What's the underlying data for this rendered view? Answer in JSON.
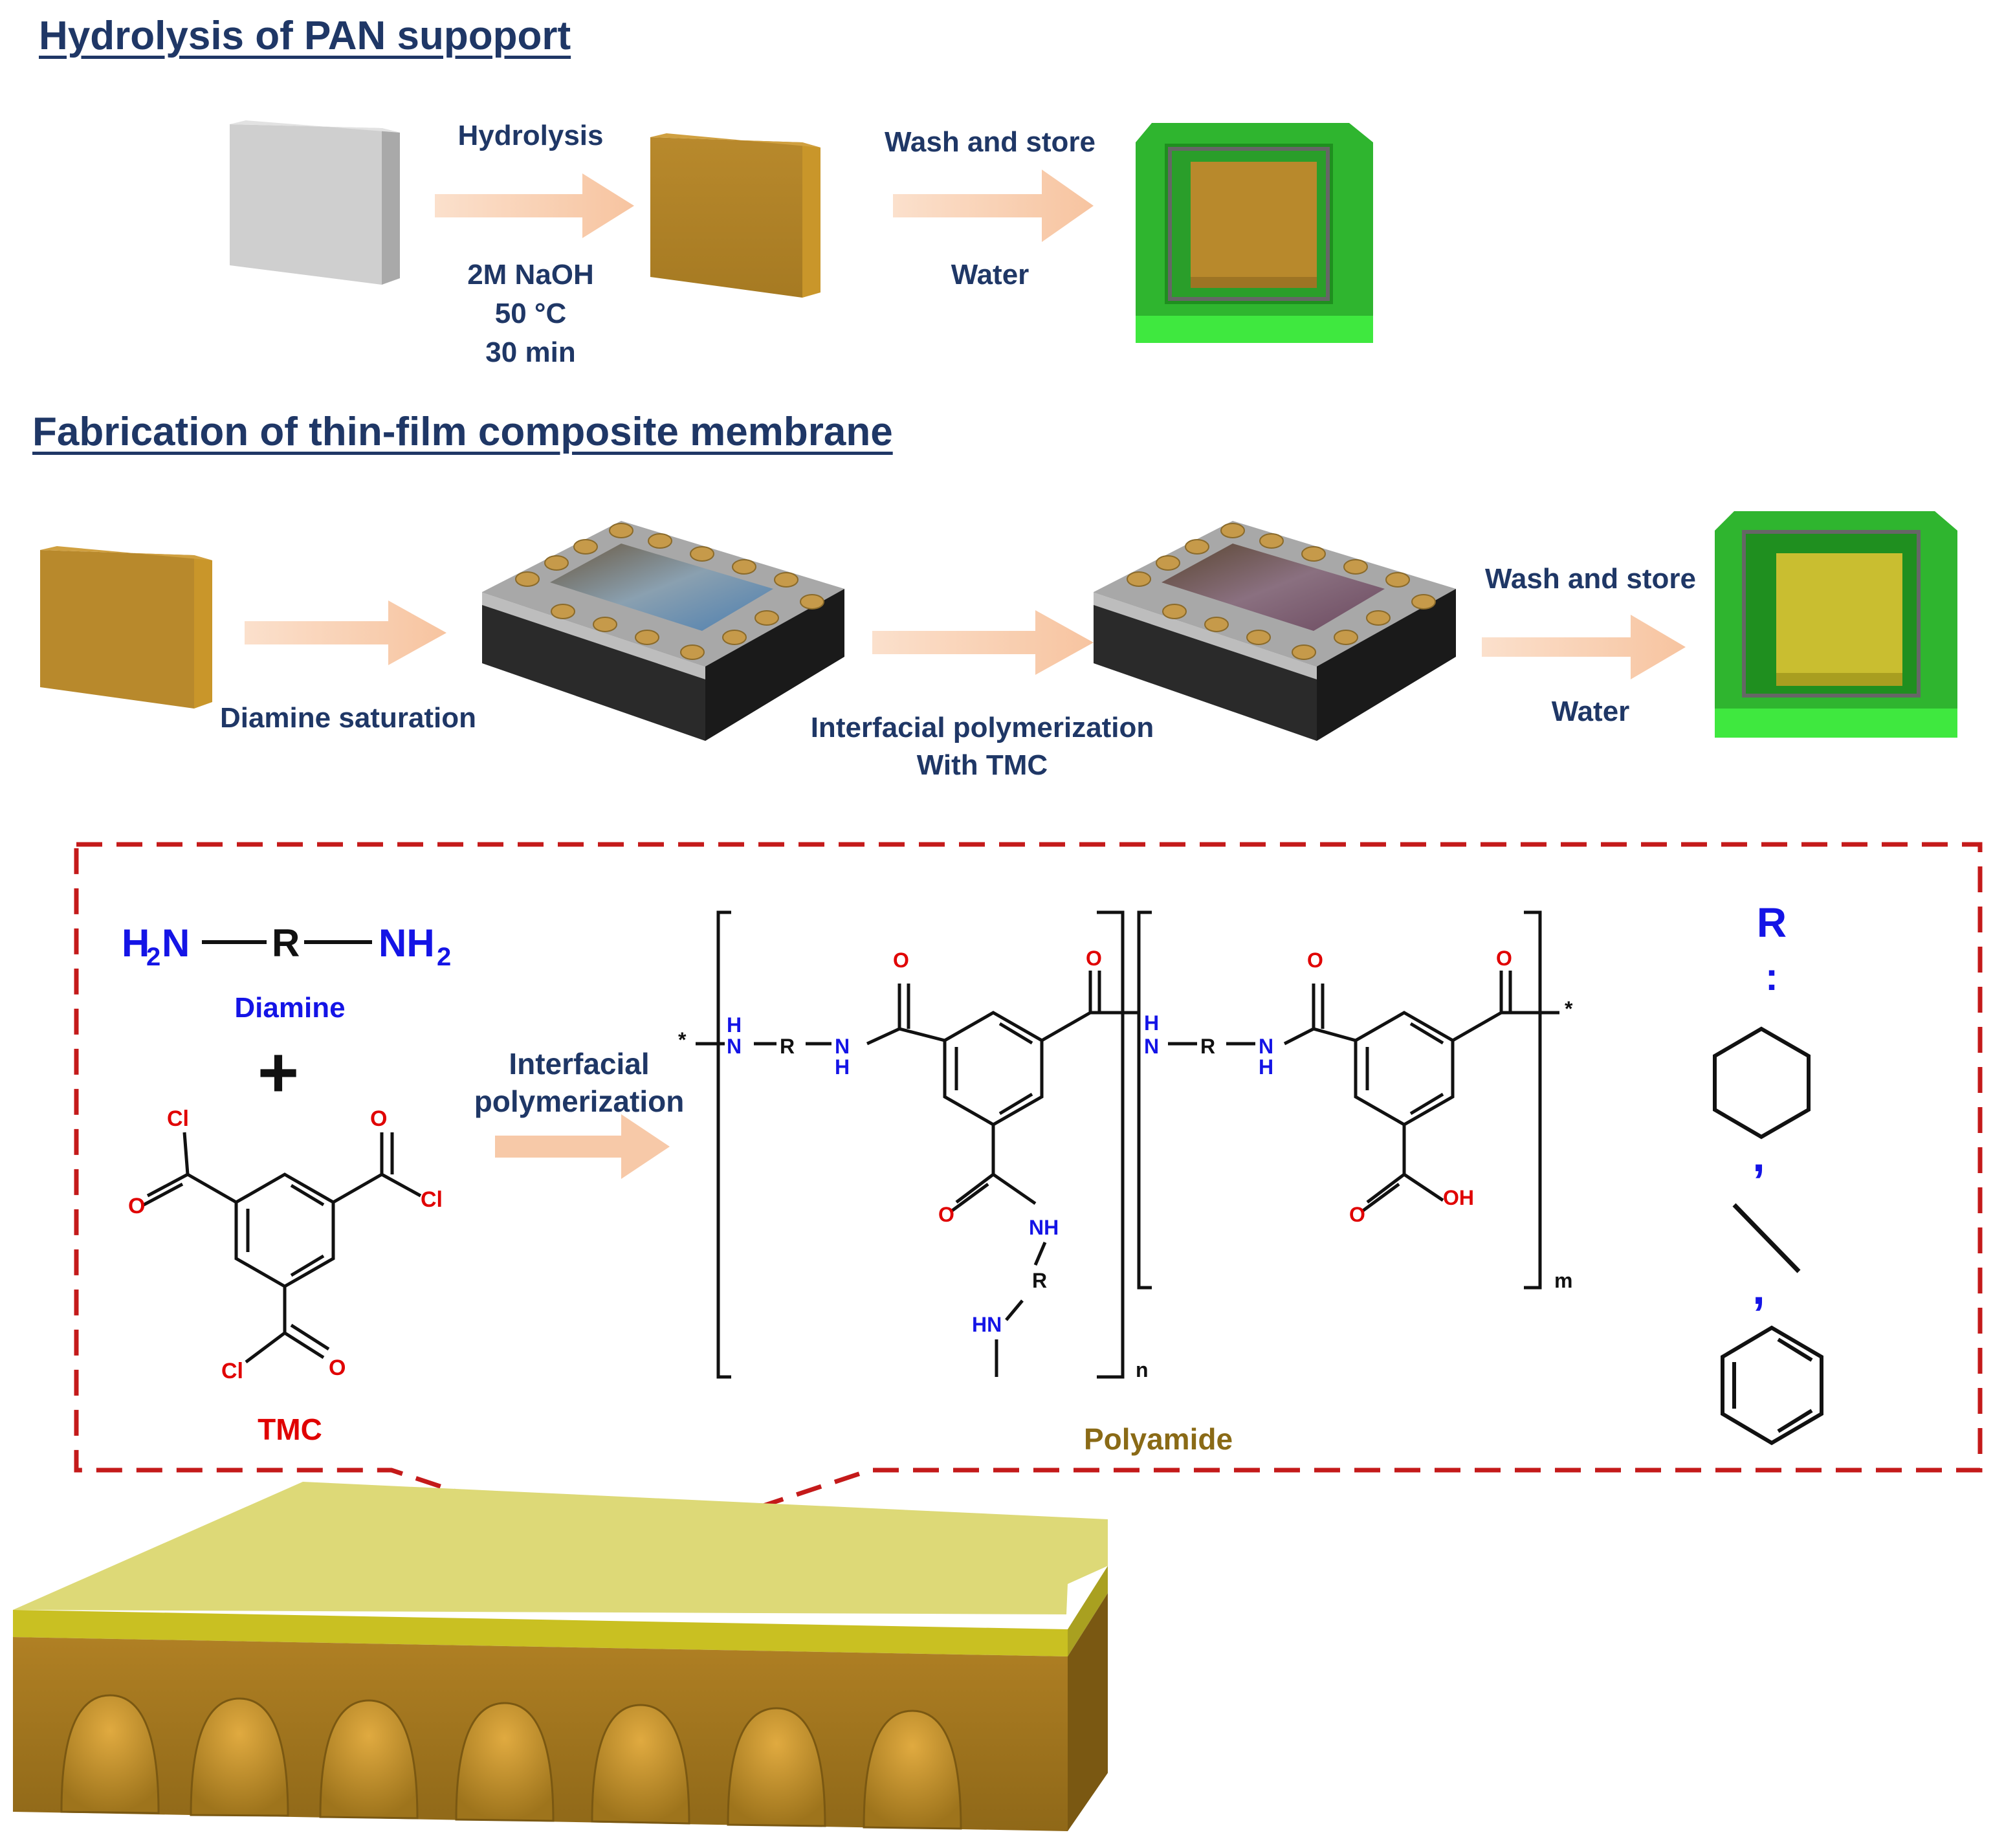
{
  "section1": {
    "heading": "Hydrolysis of PAN supoport",
    "step1_top": "Hydrolysis",
    "step1_cond1": "2M NaOH",
    "step1_cond2": "50 °C",
    "step1_cond3": "30 min",
    "step2_top": "Wash and store",
    "step2_bottom": "Water"
  },
  "section2": {
    "heading": "Fabrication of thin-film composite membrane",
    "step1": "Diamine saturation",
    "step2_line1": "Interfacial polymerization",
    "step2_line2": "With TMC",
    "step3_top": "Wash and store",
    "step3_bottom": "Water"
  },
  "reaction": {
    "diamine_label": "Diamine",
    "plus": "+",
    "tmc_label": "TMC",
    "arrow_line1": "Interfacial",
    "arrow_line2": "polymerization",
    "polyamide_label": "Polyamide",
    "r_label": "R",
    "r_colon": ":",
    "comma": ",",
    "subscript_n": "n",
    "subscript_m": "m",
    "atom_R": "R",
    "atom_Cl": "Cl",
    "atom_O": "O",
    "atom_NH": "NH",
    "atom_HN": "HN",
    "atom_H": "H",
    "atom_N": "N",
    "atom_OH": "OH",
    "star": "*",
    "H2N": "H",
    "sub2": "2",
    "N_after": "N",
    "NH2_N": "NH"
  },
  "colors": {
    "navy": "#1f3766",
    "gold": "#b8882a",
    "green": "#2ecc2e",
    "arrow": "#f7c9a8",
    "dash_red": "#c41a1a",
    "film_yellow": "#d9d46e"
  }
}
